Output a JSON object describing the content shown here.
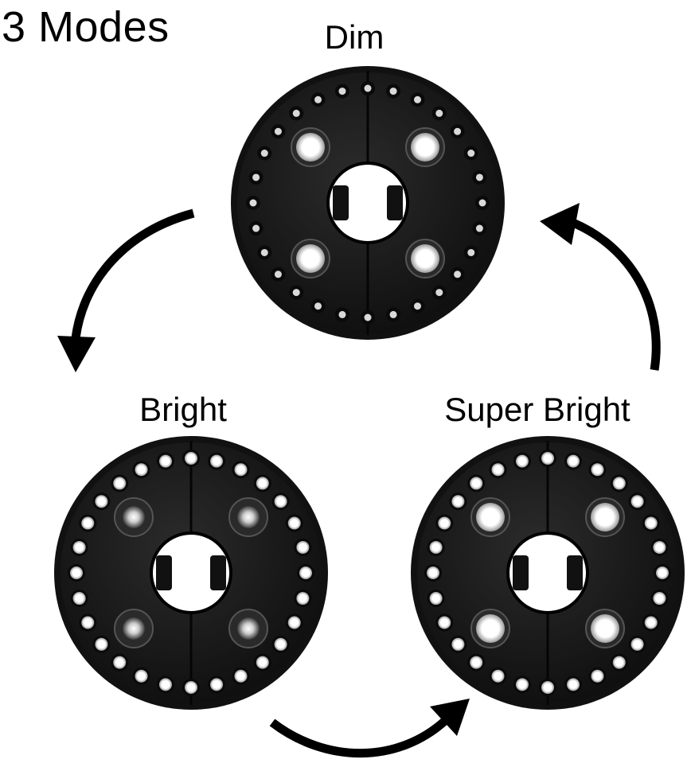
{
  "title": "3 Modes",
  "modes": [
    {
      "label": "Dim",
      "outer_leds": "dim",
      "center_leds": "on"
    },
    {
      "label": "Bright",
      "outer_leds": "on",
      "center_leds": "dim"
    },
    {
      "label": "Super Bright",
      "outer_leds": "on",
      "center_leds": "on"
    }
  ],
  "colors": {
    "body": "#1c1c1c",
    "rim": "#111111",
    "led_on": "#ffffff",
    "led_dim": "#d9d9d9",
    "arrow": "#000000"
  },
  "icons": [
    "cycle-arrow-icon",
    "led-light-icon"
  ]
}
